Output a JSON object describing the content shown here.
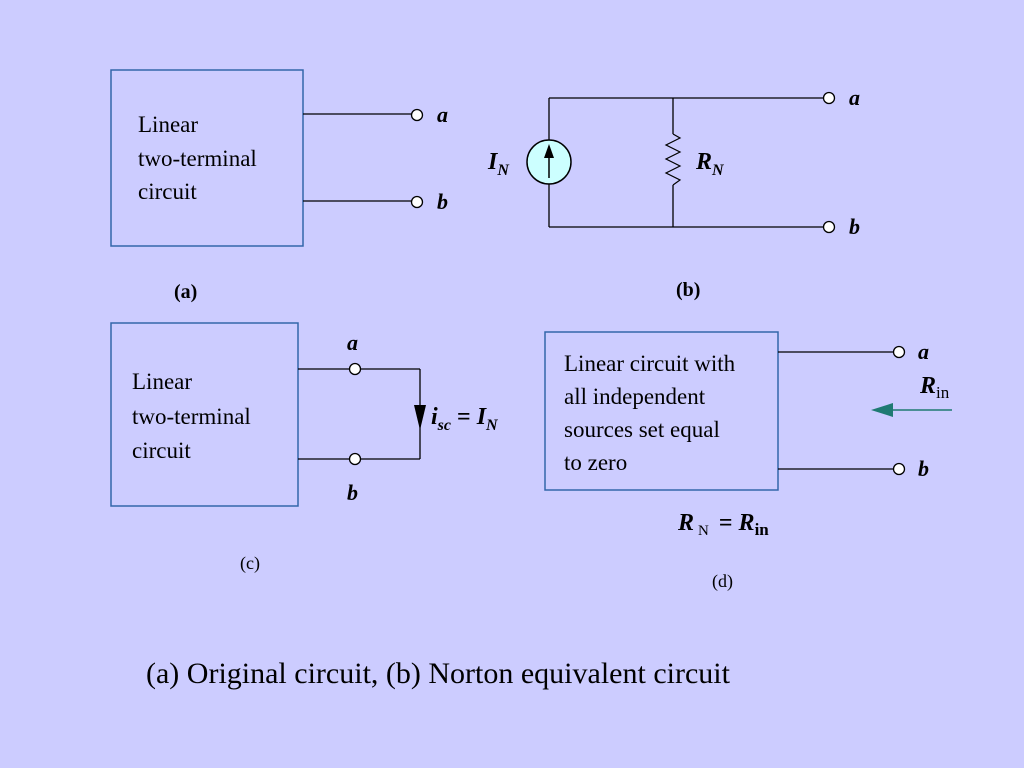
{
  "diagram_a": {
    "box_lines": [
      "Linear",
      "two-terminal",
      "circuit"
    ],
    "terminal_a": "a",
    "terminal_b": "b",
    "label": "(a)"
  },
  "diagram_b": {
    "source_main": "I",
    "source_sub": "N",
    "resistor_main": "R",
    "resistor_sub": "N",
    "terminal_a": "a",
    "terminal_b": "b",
    "label": "(b)"
  },
  "diagram_c": {
    "box_lines": [
      "Linear",
      "two-terminal",
      "circuit"
    ],
    "terminal_a": "a",
    "terminal_b": "b",
    "current_main": "i",
    "current_sub": "sc",
    "current_eq": "=",
    "current_rhs_main": "I",
    "current_rhs_sub": "N",
    "label": "(c)"
  },
  "diagram_d": {
    "box_lines": [
      "Linear circuit with",
      "all independent",
      "sources set equal",
      "to zero"
    ],
    "terminal_a": "a",
    "terminal_b": "b",
    "rin_main": "R",
    "rin_sub": "in",
    "eq_lhs_main": "R",
    "eq_lhs_sub": "N",
    "eq_sign": "=",
    "eq_rhs_main": "R",
    "eq_rhs_sub": "in",
    "label": "(d)"
  },
  "caption": "(a) Original circuit, (b) Norton equivalent circuit",
  "colors": {
    "background": "#ccccff",
    "box_border": "#3366aa",
    "box_fill": "#ccccff",
    "source_fill": "#ccffff",
    "arrow_teal": "#1f7a72"
  }
}
